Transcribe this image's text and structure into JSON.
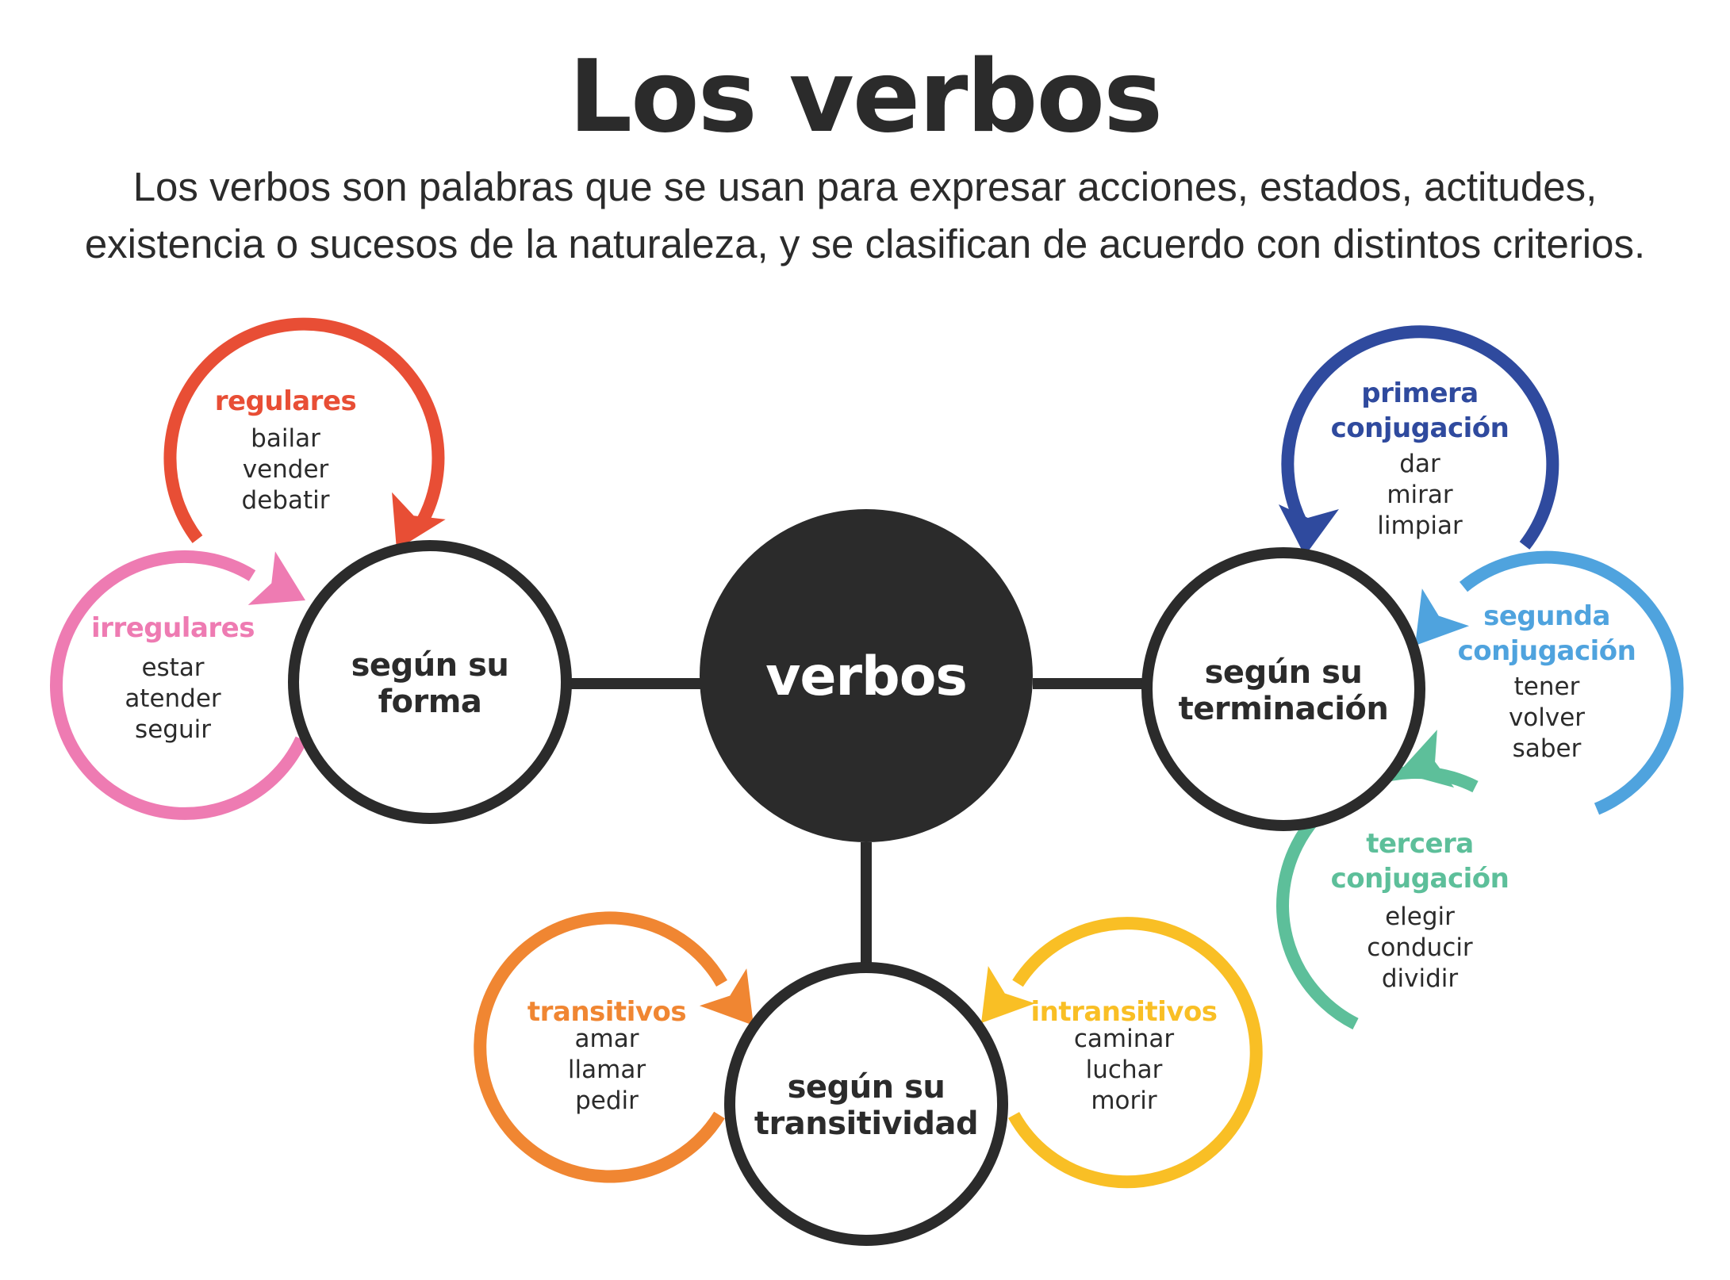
{
  "title": "Los verbos",
  "subtitle": [
    "Los verbos son palabras que se usan para expresar acciones, estados, actitudes,",
    "existencia o sucesos de la naturaleza, y se clasifican de acuerdo con distintos criterios."
  ],
  "center": {
    "label": "verbos"
  },
  "criteria": [
    {
      "id": "forma",
      "label": [
        "según su",
        "forma"
      ]
    },
    {
      "id": "terminacion",
      "label": [
        "según su",
        "terminación"
      ]
    },
    {
      "id": "transitividad",
      "label": [
        "según su",
        "transitividad"
      ]
    }
  ],
  "categories": [
    {
      "id": "regulares",
      "criterion": "forma",
      "title": [
        "regulares"
      ],
      "examples": [
        "bailar",
        "vender",
        "debatir"
      ],
      "color": "#e84e35"
    },
    {
      "id": "irregulares",
      "criterion": "forma",
      "title": [
        "irregulares"
      ],
      "examples": [
        "estar",
        "atender",
        "seguir"
      ],
      "color": "#ee7bb2"
    },
    {
      "id": "primera",
      "criterion": "terminacion",
      "title": [
        "primera",
        "conjugación"
      ],
      "examples": [
        "dar",
        "mirar",
        "limpiar"
      ],
      "color": "#2f4a9e"
    },
    {
      "id": "segunda",
      "criterion": "terminacion",
      "title": [
        "segunda",
        "conjugación"
      ],
      "examples": [
        "tener",
        "volver",
        "saber"
      ],
      "color": "#4fa3de"
    },
    {
      "id": "tercera",
      "criterion": "terminacion",
      "title": [
        "tercera",
        "conjugación"
      ],
      "examples": [
        "elegir",
        "conducir",
        "dividir"
      ],
      "color": "#5dbf9a"
    },
    {
      "id": "transitivos",
      "criterion": "transitividad",
      "title": [
        "transitivos"
      ],
      "examples": [
        "amar",
        "llamar",
        "pedir"
      ],
      "color": "#f08632"
    },
    {
      "id": "intransitivos",
      "criterion": "transitividad",
      "title": [
        "intransitivos"
      ],
      "examples": [
        "caminar",
        "luchar",
        "morir"
      ],
      "color": "#f9bf25"
    }
  ],
  "colors": {
    "dark": "#2b2b2b",
    "background": "#ffffff"
  }
}
